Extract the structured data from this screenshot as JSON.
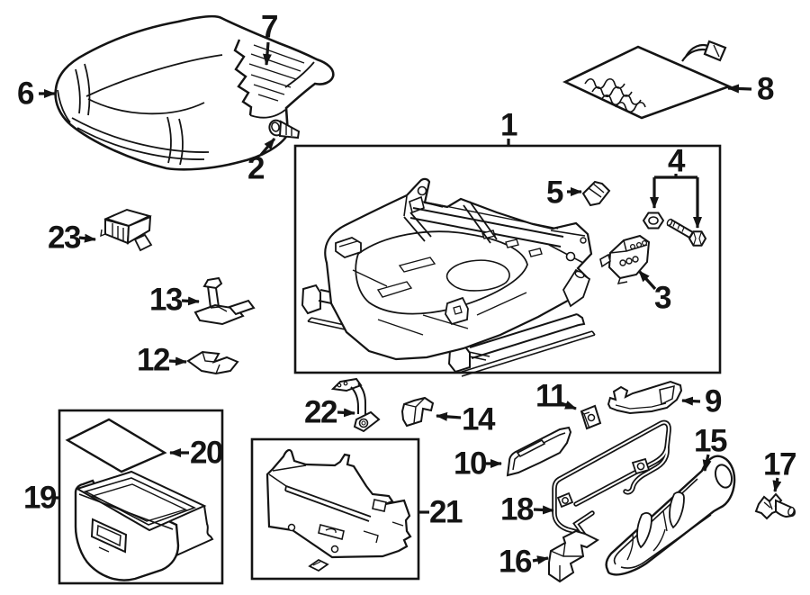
{
  "diagram": {
    "background_color": "#ffffff",
    "line_color": "#141414",
    "callouts": [
      {
        "number": "1",
        "part": "seat-frame-assembly"
      },
      {
        "number": "2",
        "part": "cushion-fastener-clip"
      },
      {
        "number": "3",
        "part": "adjuster-switch"
      },
      {
        "number": "4",
        "part": "nut-and-bolt"
      },
      {
        "number": "5",
        "part": "retainer-clip"
      },
      {
        "number": "6",
        "part": "seat-cushion"
      },
      {
        "number": "7",
        "part": "cushion-pad"
      },
      {
        "number": "8",
        "part": "seat-heater-pad"
      },
      {
        "number": "9",
        "part": "handle-trim"
      },
      {
        "number": "10",
        "part": "trim-strip"
      },
      {
        "number": "11",
        "part": "square-clip"
      },
      {
        "number": "12",
        "part": "retainer-clip"
      },
      {
        "number": "13",
        "part": "support-bracket"
      },
      {
        "number": "14",
        "part": "retainer-clip"
      },
      {
        "number": "15",
        "part": "side-shield"
      },
      {
        "number": "16",
        "part": "mount-bracket"
      },
      {
        "number": "17",
        "part": "screw-fastener"
      },
      {
        "number": "18",
        "part": "adjuster-rod"
      },
      {
        "number": "19",
        "part": "storage-drawer"
      },
      {
        "number": "20",
        "part": "drawer-mat"
      },
      {
        "number": "21",
        "part": "under-seat-panel"
      },
      {
        "number": "22",
        "part": "support-bracket"
      },
      {
        "number": "23",
        "part": "control-module"
      }
    ]
  }
}
